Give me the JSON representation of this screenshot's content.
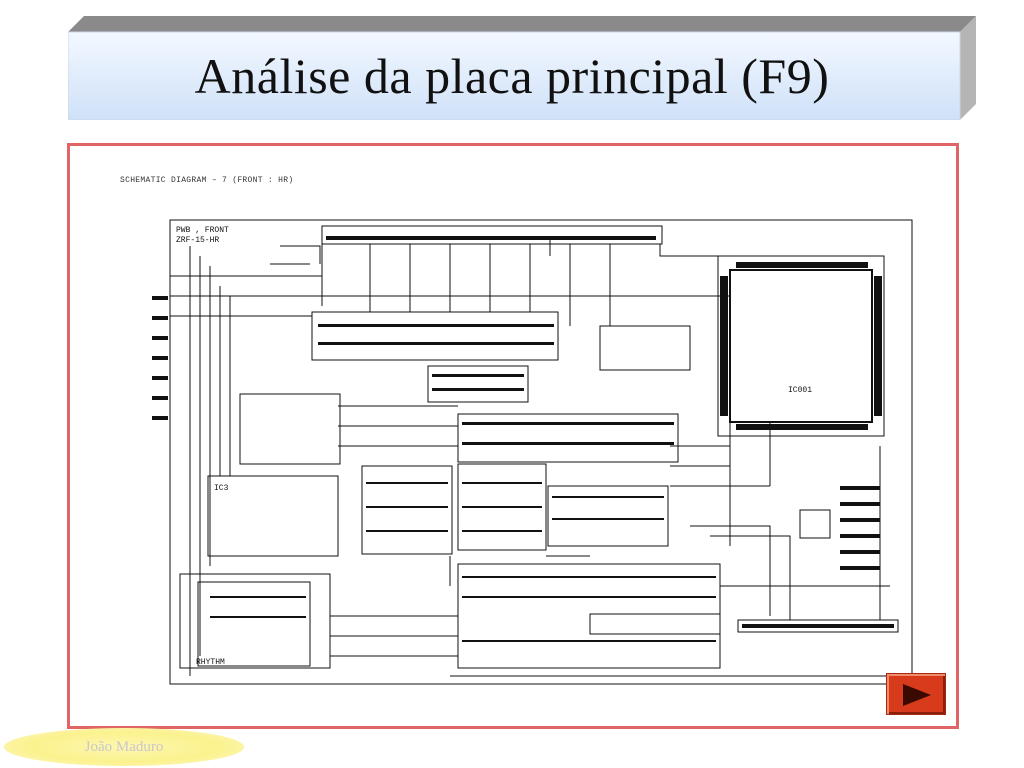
{
  "slide": {
    "title": "Análise da placa principal (F9)",
    "author": "João Maduro"
  },
  "schematic": {
    "caption": "SCHEMATIC DIAGRAM – 7 (FRONT : HR)",
    "labels": {
      "board": "PWB , FRONT",
      "board_code": "ZRF-15-HR",
      "ic_main": "IC001",
      "ic_sub": "IC3",
      "rhythm": "RHYTHM"
    }
  },
  "controls": {
    "next_icon": "play-triangle-icon"
  },
  "colors": {
    "frame_border": "#e06666",
    "banner_front": "#d8e8fb",
    "banner_top": "#8a8a8a",
    "banner_side": "#b5b5b5",
    "next_button": "#d83a1c",
    "author_ellipse": "#fbf28e"
  }
}
